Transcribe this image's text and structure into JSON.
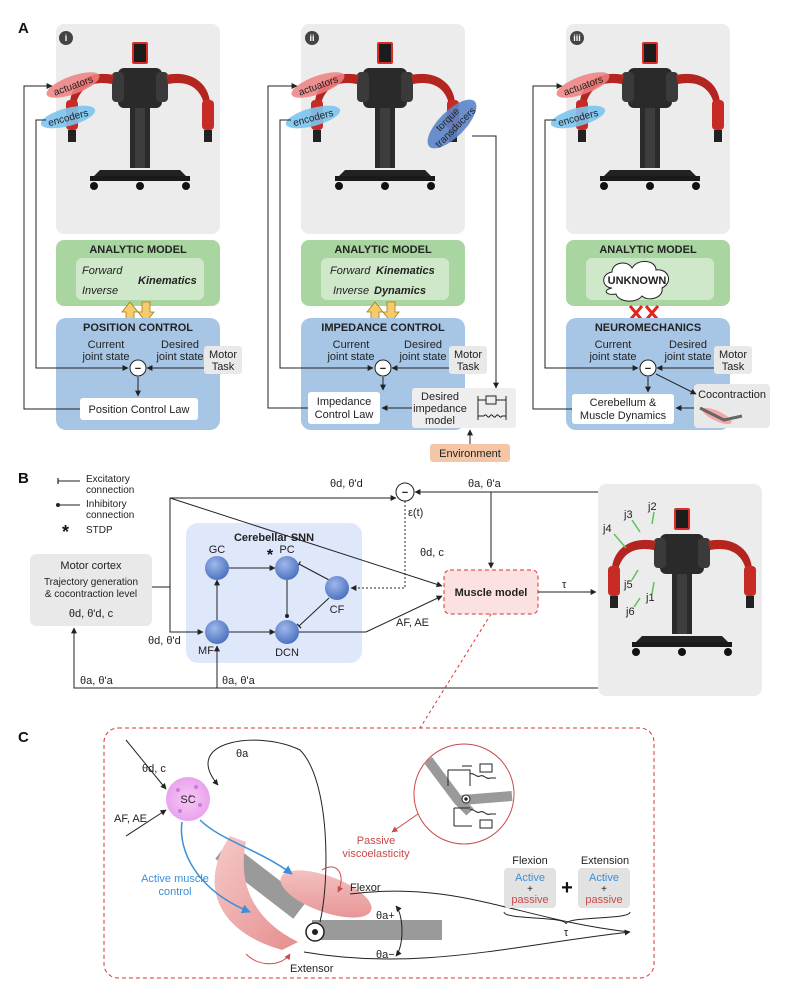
{
  "panelA": {
    "letter": "A",
    "columns": [
      {
        "roman": "i",
        "actuators": "actuators",
        "encoders": "encoders",
        "model_title": "ANALYTIC MODEL",
        "model_line1_a": "Forward",
        "model_line1_b": "",
        "model_line2_a": "Inverse",
        "model_line2_b": "Kinematics",
        "control_title": "POSITION CONTROL",
        "current_1": "Current",
        "current_2": "joint state",
        "desired_1": "Desired",
        "desired_2": "joint state",
        "motor_1": "Motor",
        "motor_2": "Task",
        "law": "Position Control Law"
      },
      {
        "roman": "ii",
        "actuators": "actuators",
        "encoders": "encoders",
        "torque_1": "torque",
        "torque_2": "transducers",
        "model_title": "ANALYTIC MODEL",
        "model_line1_a": "Forward",
        "model_line1_b": "Kinematics",
        "model_line2_a": "Inverse",
        "model_line2_b": "Dynamics",
        "control_title": "IMPEDANCE CONTROL",
        "current_1": "Current",
        "current_2": "joint state",
        "desired_1": "Desired",
        "desired_2": "joint state",
        "motor_1": "Motor",
        "motor_2": "Task",
        "law_1": "Impedance",
        "law_2": "Control Law",
        "impmodel_1": "Desired",
        "impmodel_2": "impedance",
        "impmodel_3": "model",
        "environment": "Environment"
      },
      {
        "roman": "iii",
        "actuators": "actuators",
        "encoders": "encoders",
        "model_title": "ANALYTIC MODEL",
        "unknown": "UNKNOWN",
        "control_title": "NEUROMECHANICS",
        "current_1": "Current",
        "current_2": "joint state",
        "desired_1": "Desired",
        "desired_2": "joint state",
        "motor_1": "Motor",
        "motor_2": "Task",
        "law_1": "Cerebellum  &",
        "law_2": "Muscle Dynamics",
        "cocontraction": "Cocontraction"
      }
    ],
    "minus": "−"
  },
  "panelB": {
    "letter": "B",
    "legend": {
      "excitatory_1": "Excitatory",
      "excitatory_2": "connection",
      "inhibitory_1": "Inhibitory",
      "inhibitory_2": "connection",
      "stdp_mark": "*",
      "stdp": "STDP"
    },
    "motor_cortex": {
      "title": "Motor cortex",
      "line1": "Trajectory generation",
      "line2": "& cocontraction level",
      "output": "θd, θ'd, c"
    },
    "snn": {
      "title": "Cerebellar SNN",
      "gc": "GC",
      "pc": "PC",
      "cf": "CF",
      "mf": "MF",
      "dcn": "DCN",
      "star": "*"
    },
    "labels": {
      "theta_d_top": "θd, θ'd",
      "theta_a_top": "θa, θ'a",
      "error": "ε(t)",
      "theta_d_c": "θd, c",
      "muscle_model": "Muscle model",
      "tau": "τ",
      "af_ae": "AF, AE",
      "mf_input": "θd, θ'd",
      "theta_a_bottom_left": "θa, θ'a",
      "theta_a_bottom_mid": "θa, θ'a",
      "minus": "−"
    },
    "joints": [
      "j2",
      "j3",
      "j4",
      "j5",
      "j1",
      "j6"
    ]
  },
  "panelC": {
    "letter": "C",
    "sc": "SC",
    "theta_d_c": "θd, c",
    "theta_a": "θa",
    "af_ae": "AF, AE",
    "active_1": "Active muscle",
    "active_2": "control",
    "passive_1": "Passive",
    "passive_2": "viscoelasticity",
    "flexor": "Flexor",
    "extensor": "Extensor",
    "theta_plus": "θa+",
    "theta_minus": "θa−",
    "flexion": "Flexion",
    "extension": "Extension",
    "active": "Active",
    "plus_small": "+",
    "passive": "passive",
    "plus_big": "+",
    "tau": "τ"
  },
  "colors": {
    "green_box": "#a9d5a0",
    "blue_box": "#a7c6e6",
    "grey_bg": "#ececec",
    "red_accent": "#d9342b",
    "pink_box": "#fbe1e1",
    "snn_bg": "#dfe7fa",
    "node_blue": "#6d8fd6",
    "env_box": "#f5c6a5",
    "active_blue": "#3a8fdc",
    "passive_red": "#c94a4a"
  }
}
